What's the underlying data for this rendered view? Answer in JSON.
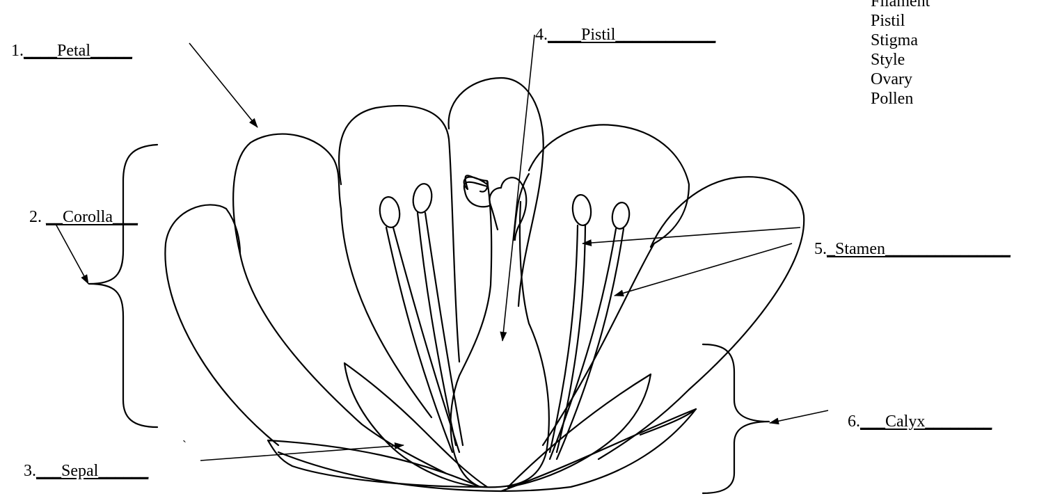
{
  "labels": [
    {
      "number": "1.",
      "answer": "____Petal_____"
    },
    {
      "number": "2.",
      "answer": "__Corolla___"
    },
    {
      "number": "3.",
      "answer": "___Sepal______"
    },
    {
      "number": "4.",
      "answer": "____Pistil____________"
    },
    {
      "number": "5.",
      "answer": "_Stamen_______________"
    },
    {
      "number": "6.",
      "answer": "___Calyx________"
    }
  ],
  "word_bank": [
    "Filament",
    "Pistil",
    "Stigma",
    "Style",
    "Ovary",
    "Pollen"
  ],
  "stray_marks": [
    "`"
  ]
}
